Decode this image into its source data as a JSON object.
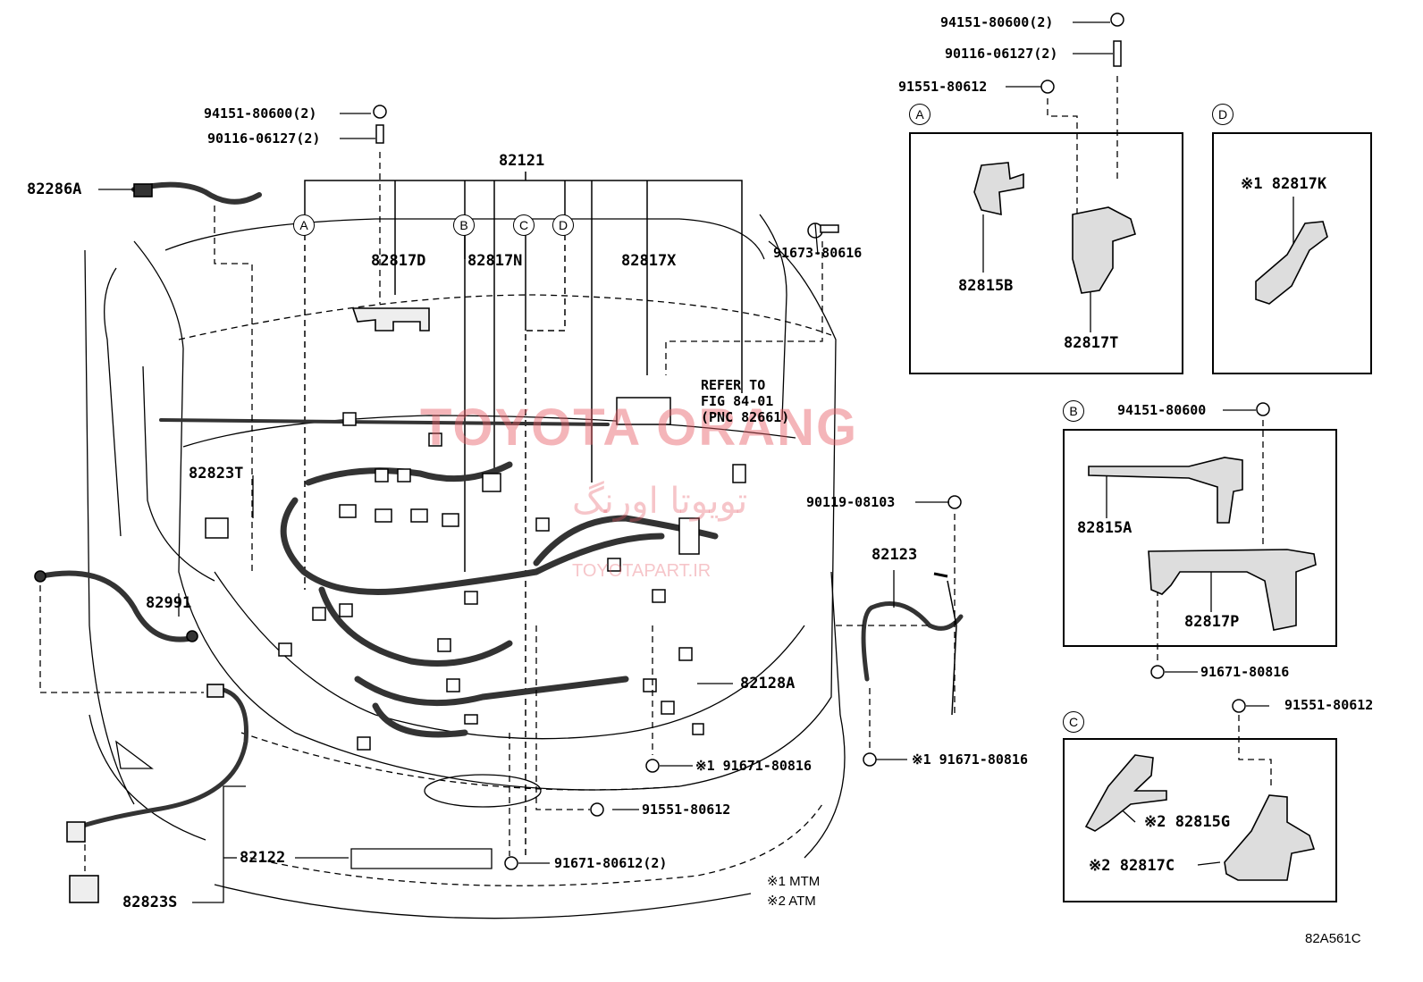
{
  "labels": {
    "p82121": "82121",
    "p82286A": "82286A",
    "p94151_top_left": "94151-80600(2)",
    "p90116_top_left": "90116-06127(2)",
    "p82817D": "82817D",
    "p82817N": "82817N",
    "p82817X": "82817X",
    "p91673": "91673-80616",
    "p82823T": "82823T",
    "p82991": "82991",
    "p82122": "82122",
    "p82823S": "82823S",
    "p91551_mid": "91551-80612",
    "p91671_mid": "91671-80612(2)",
    "p91671_x1a": "※1 91671-80816",
    "p91671_x1b": "※1 91671-80816",
    "p82128A": "82128A",
    "p82123": "82123",
    "p90119": "90119-08103",
    "p94151_top_right": "94151-80600(2)",
    "p90116_top_right": "90116-06127(2)",
    "p91551_top_right": "91551-80612",
    "p82815B": "82815B",
    "p82817T": "82817T",
    "p82817K": "※1 82817K",
    "p94151_B": "94151-80600",
    "p82815A": "82815A",
    "p82817P": "82817P",
    "p91671_B": "91671-80816",
    "p91551_C": "91551-80612",
    "p82815G": "※2 82815G",
    "p82817C": "※2 82817C"
  },
  "refer": "REFER TO\nFIG 84-01\n(PNC 82661)",
  "circles": {
    "A": "A",
    "B": "B",
    "C": "C",
    "D": "D"
  },
  "notes": {
    "n1": "※1 MTM",
    "n2": "※2 ATM"
  },
  "figure_code": "82A561C",
  "watermark": {
    "main": "TOYOTA ORANG",
    "arabic": "تويوتا اورنگ",
    "site": "TOYOTAPART.IR"
  }
}
